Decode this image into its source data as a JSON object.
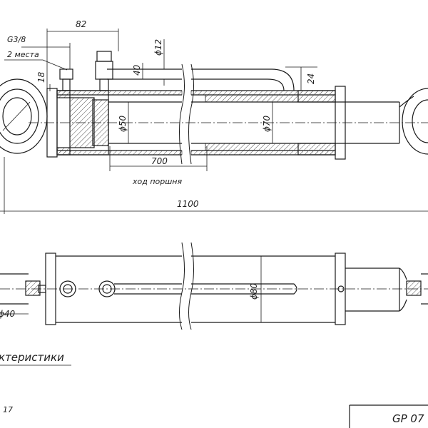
{
  "drawing": {
    "thread_label": "G3/8",
    "ports_label": "2 места",
    "dim_82": "82",
    "dim_phi12": "ϕ12",
    "dim_40": "40",
    "dim_18": "18",
    "dim_24": "24",
    "dim_phi50": "ϕ50",
    "dim_phi70": "ϕ70",
    "dim_700": "700",
    "stroke_label": "ход поршня",
    "dim_1100": "1100",
    "dim_phi80": "ϕ80",
    "dim_phi40_partial": "ϕ40",
    "specs_title_partial": "ктеристики",
    "corner_number_partial": "17",
    "doc_code_partial": "GP 07"
  },
  "colors": {
    "line": "#1a1a1a",
    "hatch": "#555555"
  }
}
